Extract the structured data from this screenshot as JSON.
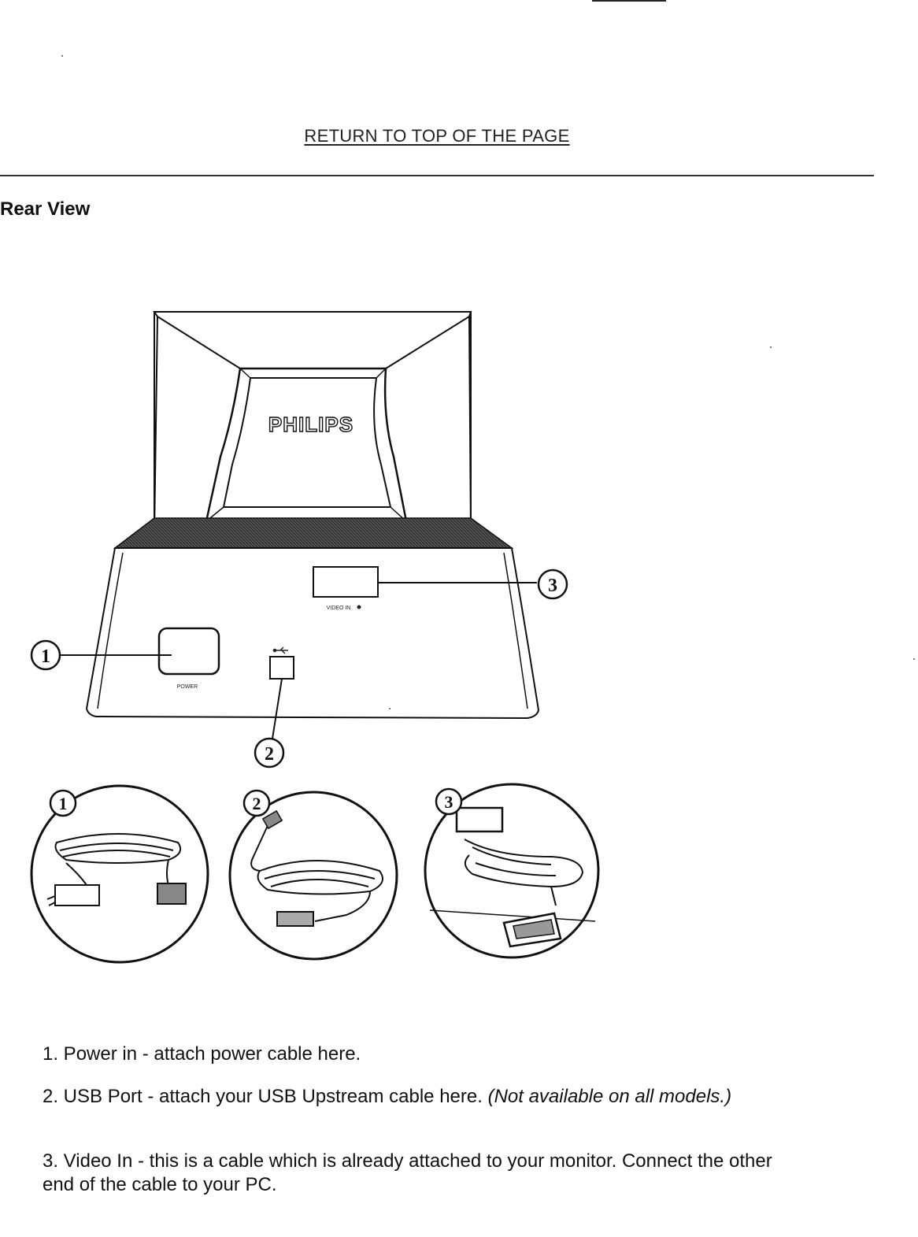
{
  "header": {
    "return_link": "RETURN TO TOP OF THE PAGE"
  },
  "section": {
    "title": "Rear View"
  },
  "figure": {
    "brand": "PHILIPS",
    "port_labels": {
      "power": "POWER",
      "video": "VIDEO IN"
    },
    "callouts": [
      "1",
      "2",
      "3"
    ]
  },
  "captions": [
    {
      "text": "1. Power in - attach power cable here.",
      "note": ""
    },
    {
      "text": "2. USB Port - attach your USB Upstream cable here. ",
      "note": "(Not available on all models.)"
    },
    {
      "text": "3. Video In - this is a cable which is already attached to your monitor. Connect the other end of the cable to your PC.",
      "note": ""
    }
  ]
}
